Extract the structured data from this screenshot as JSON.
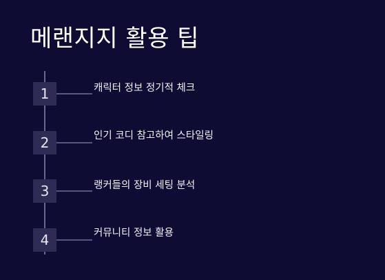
{
  "title": "메랜지지 활용 팁",
  "steps": [
    {
      "number": "1",
      "label": "캐릭터 정보 정기적 체크"
    },
    {
      "number": "2",
      "label": "인기 코디 참고하여 스타일링"
    },
    {
      "number": "3",
      "label": "랭커들의 장비 세팅 분석"
    },
    {
      "number": "4",
      "label": "커뮤니티 정보 활용"
    }
  ],
  "colors": {
    "background": "#0f0c33",
    "badge": "#2e2b55",
    "line": "#6a6790",
    "text": "#ffffff"
  }
}
